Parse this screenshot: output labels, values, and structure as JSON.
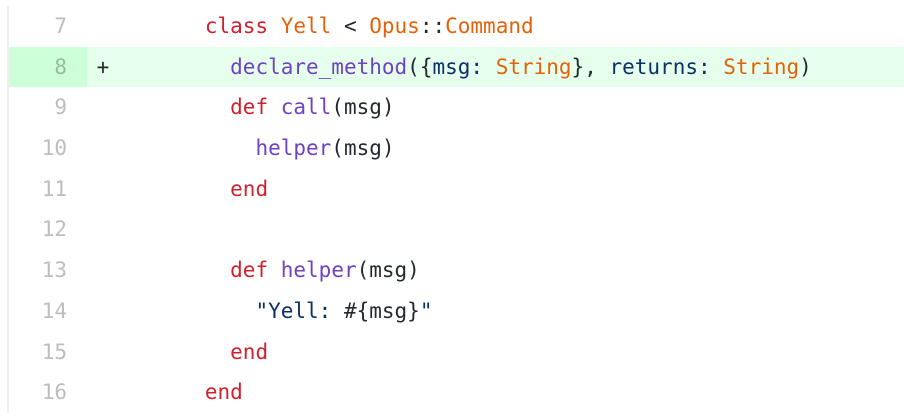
{
  "diff": {
    "colors": {
      "added_line_bg": "#e6ffec",
      "added_number_bg": "#ccffd8",
      "keyword": "#cf222e",
      "constant": "#e36209",
      "function": "#6f42c1",
      "string": "#0a3069",
      "text": "#24292f",
      "line_number": "#bdbdbd"
    },
    "lines": [
      {
        "number": "7",
        "marker": "",
        "indent": "      ",
        "tokens": [
          {
            "t": "class",
            "c": "kw"
          },
          {
            "t": " ",
            "c": "plain"
          },
          {
            "t": "Yell",
            "c": "const"
          },
          {
            "t": " < ",
            "c": "plain"
          },
          {
            "t": "Opus",
            "c": "const"
          },
          {
            "t": "::",
            "c": "plain"
          },
          {
            "t": "Command",
            "c": "const"
          }
        ]
      },
      {
        "number": "8",
        "marker": "+",
        "added": true,
        "indent": "        ",
        "tokens": [
          {
            "t": "declare_method",
            "c": "fn"
          },
          {
            "t": "({",
            "c": "plain"
          },
          {
            "t": "msg: ",
            "c": "str"
          },
          {
            "t": "String",
            "c": "const"
          },
          {
            "t": "}, ",
            "c": "plain"
          },
          {
            "t": "returns: ",
            "c": "str"
          },
          {
            "t": "String",
            "c": "const"
          },
          {
            "t": ")",
            "c": "plain"
          }
        ]
      },
      {
        "number": "9",
        "marker": "",
        "indent": "        ",
        "tokens": [
          {
            "t": "def",
            "c": "kw"
          },
          {
            "t": " ",
            "c": "plain"
          },
          {
            "t": "call",
            "c": "fn"
          },
          {
            "t": "(msg)",
            "c": "plain"
          }
        ]
      },
      {
        "number": "10",
        "marker": "",
        "indent": "          ",
        "tokens": [
          {
            "t": "helper",
            "c": "fn"
          },
          {
            "t": "(msg)",
            "c": "plain"
          }
        ]
      },
      {
        "number": "11",
        "marker": "",
        "indent": "        ",
        "tokens": [
          {
            "t": "end",
            "c": "kw"
          }
        ]
      },
      {
        "number": "12",
        "marker": "",
        "indent": "",
        "tokens": []
      },
      {
        "number": "13",
        "marker": "",
        "indent": "        ",
        "tokens": [
          {
            "t": "def",
            "c": "kw"
          },
          {
            "t": " ",
            "c": "plain"
          },
          {
            "t": "helper",
            "c": "fn"
          },
          {
            "t": "(msg)",
            "c": "plain"
          }
        ]
      },
      {
        "number": "14",
        "marker": "",
        "indent": "          ",
        "tokens": [
          {
            "t": "\"Yell: ",
            "c": "str"
          },
          {
            "t": "#{msg}",
            "c": "plain"
          },
          {
            "t": "\"",
            "c": "str"
          }
        ]
      },
      {
        "number": "15",
        "marker": "",
        "indent": "        ",
        "tokens": [
          {
            "t": "end",
            "c": "kw"
          }
        ]
      },
      {
        "number": "16",
        "marker": "",
        "indent": "      ",
        "tokens": [
          {
            "t": "end",
            "c": "kw"
          }
        ]
      }
    ]
  }
}
